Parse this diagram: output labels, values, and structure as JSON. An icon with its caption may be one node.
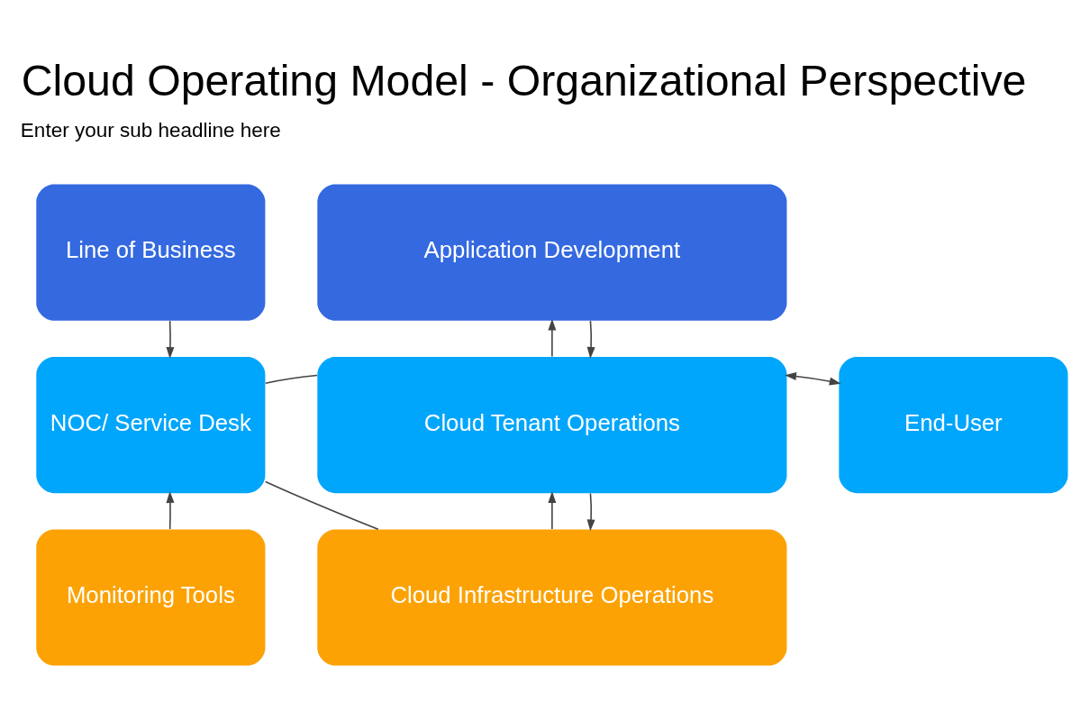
{
  "diagram": {
    "title": "Cloud Operating Model - Organizational Perspective",
    "nodes": [
      {
        "text": [
          "Line of Business"
        ]
      },
      {
        "text": [
          "Application Development"
        ]
      },
      {
        "text": [
          "NOC/ Service Desk"
        ]
      },
      {
        "text": [
          "Cloud Tenant Operations"
        ]
      },
      {
        "text": [
          "End-User"
        ]
      },
      {
        "text": [
          "Monitoring Tools"
        ]
      },
      {
        "text": [
          "Cloud Infrastructure Operations"
        ]
      }
    ],
    "edges": [
      {
        "from": 0,
        "to": 2,
        "arrow": "to"
      },
      {
        "from": 3,
        "to": 1,
        "arrow": "to"
      },
      {
        "from": 1,
        "to": 3,
        "arrow": "to"
      },
      {
        "from": 2,
        "to": 3,
        "arrow": "none"
      },
      {
        "from": 2,
        "to": 6,
        "arrow": "none"
      },
      {
        "from": 3,
        "to": 4,
        "arrow": "both"
      },
      {
        "from": 5,
        "to": 2,
        "arrow": "to"
      },
      {
        "from": 6,
        "to": 3,
        "arrow": "to"
      },
      {
        "from": 3,
        "to": 6,
        "arrow": "to"
      }
    ],
    "labels": [
      "Enter your sub headline here"
    ]
  }
}
